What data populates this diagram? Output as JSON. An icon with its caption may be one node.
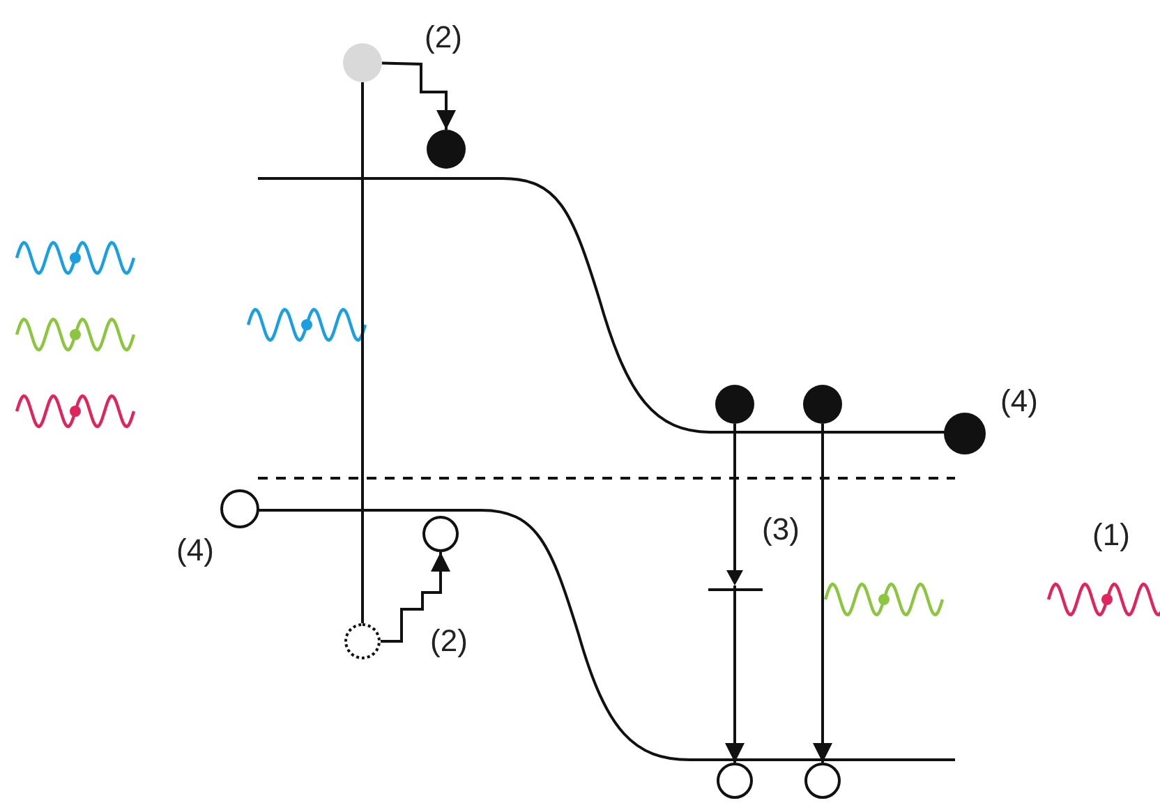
{
  "diagram": {
    "nodes": [
      {
        "text": [],
        "shape": "circle"
      },
      {
        "text": [],
        "shape": "circle"
      },
      {
        "text": [],
        "shape": "circle"
      },
      {
        "text": [],
        "shape": "circle"
      },
      {
        "text": [],
        "shape": "circle"
      },
      {
        "text": [],
        "shape": "circle"
      },
      {
        "text": [],
        "shape": "circle"
      },
      {
        "text": [],
        "shape": "circle"
      },
      {
        "text": [],
        "shape": "circle"
      },
      {
        "text": [],
        "shape": "circle"
      }
    ],
    "edges": [
      {
        "from": 0,
        "to": 4,
        "arrow": "none"
      },
      {
        "from": 0,
        "to": 1,
        "arrow": "to"
      },
      {
        "from": 4,
        "to": 3,
        "arrow": "to"
      },
      {
        "from": 5,
        "to": 8,
        "arrow": "to"
      },
      {
        "from": 6,
        "to": 9,
        "arrow": "to"
      }
    ],
    "labels": [
      "(2)",
      "(4)",
      "(3)",
      "(1)",
      "(4)",
      "(2)"
    ]
  }
}
